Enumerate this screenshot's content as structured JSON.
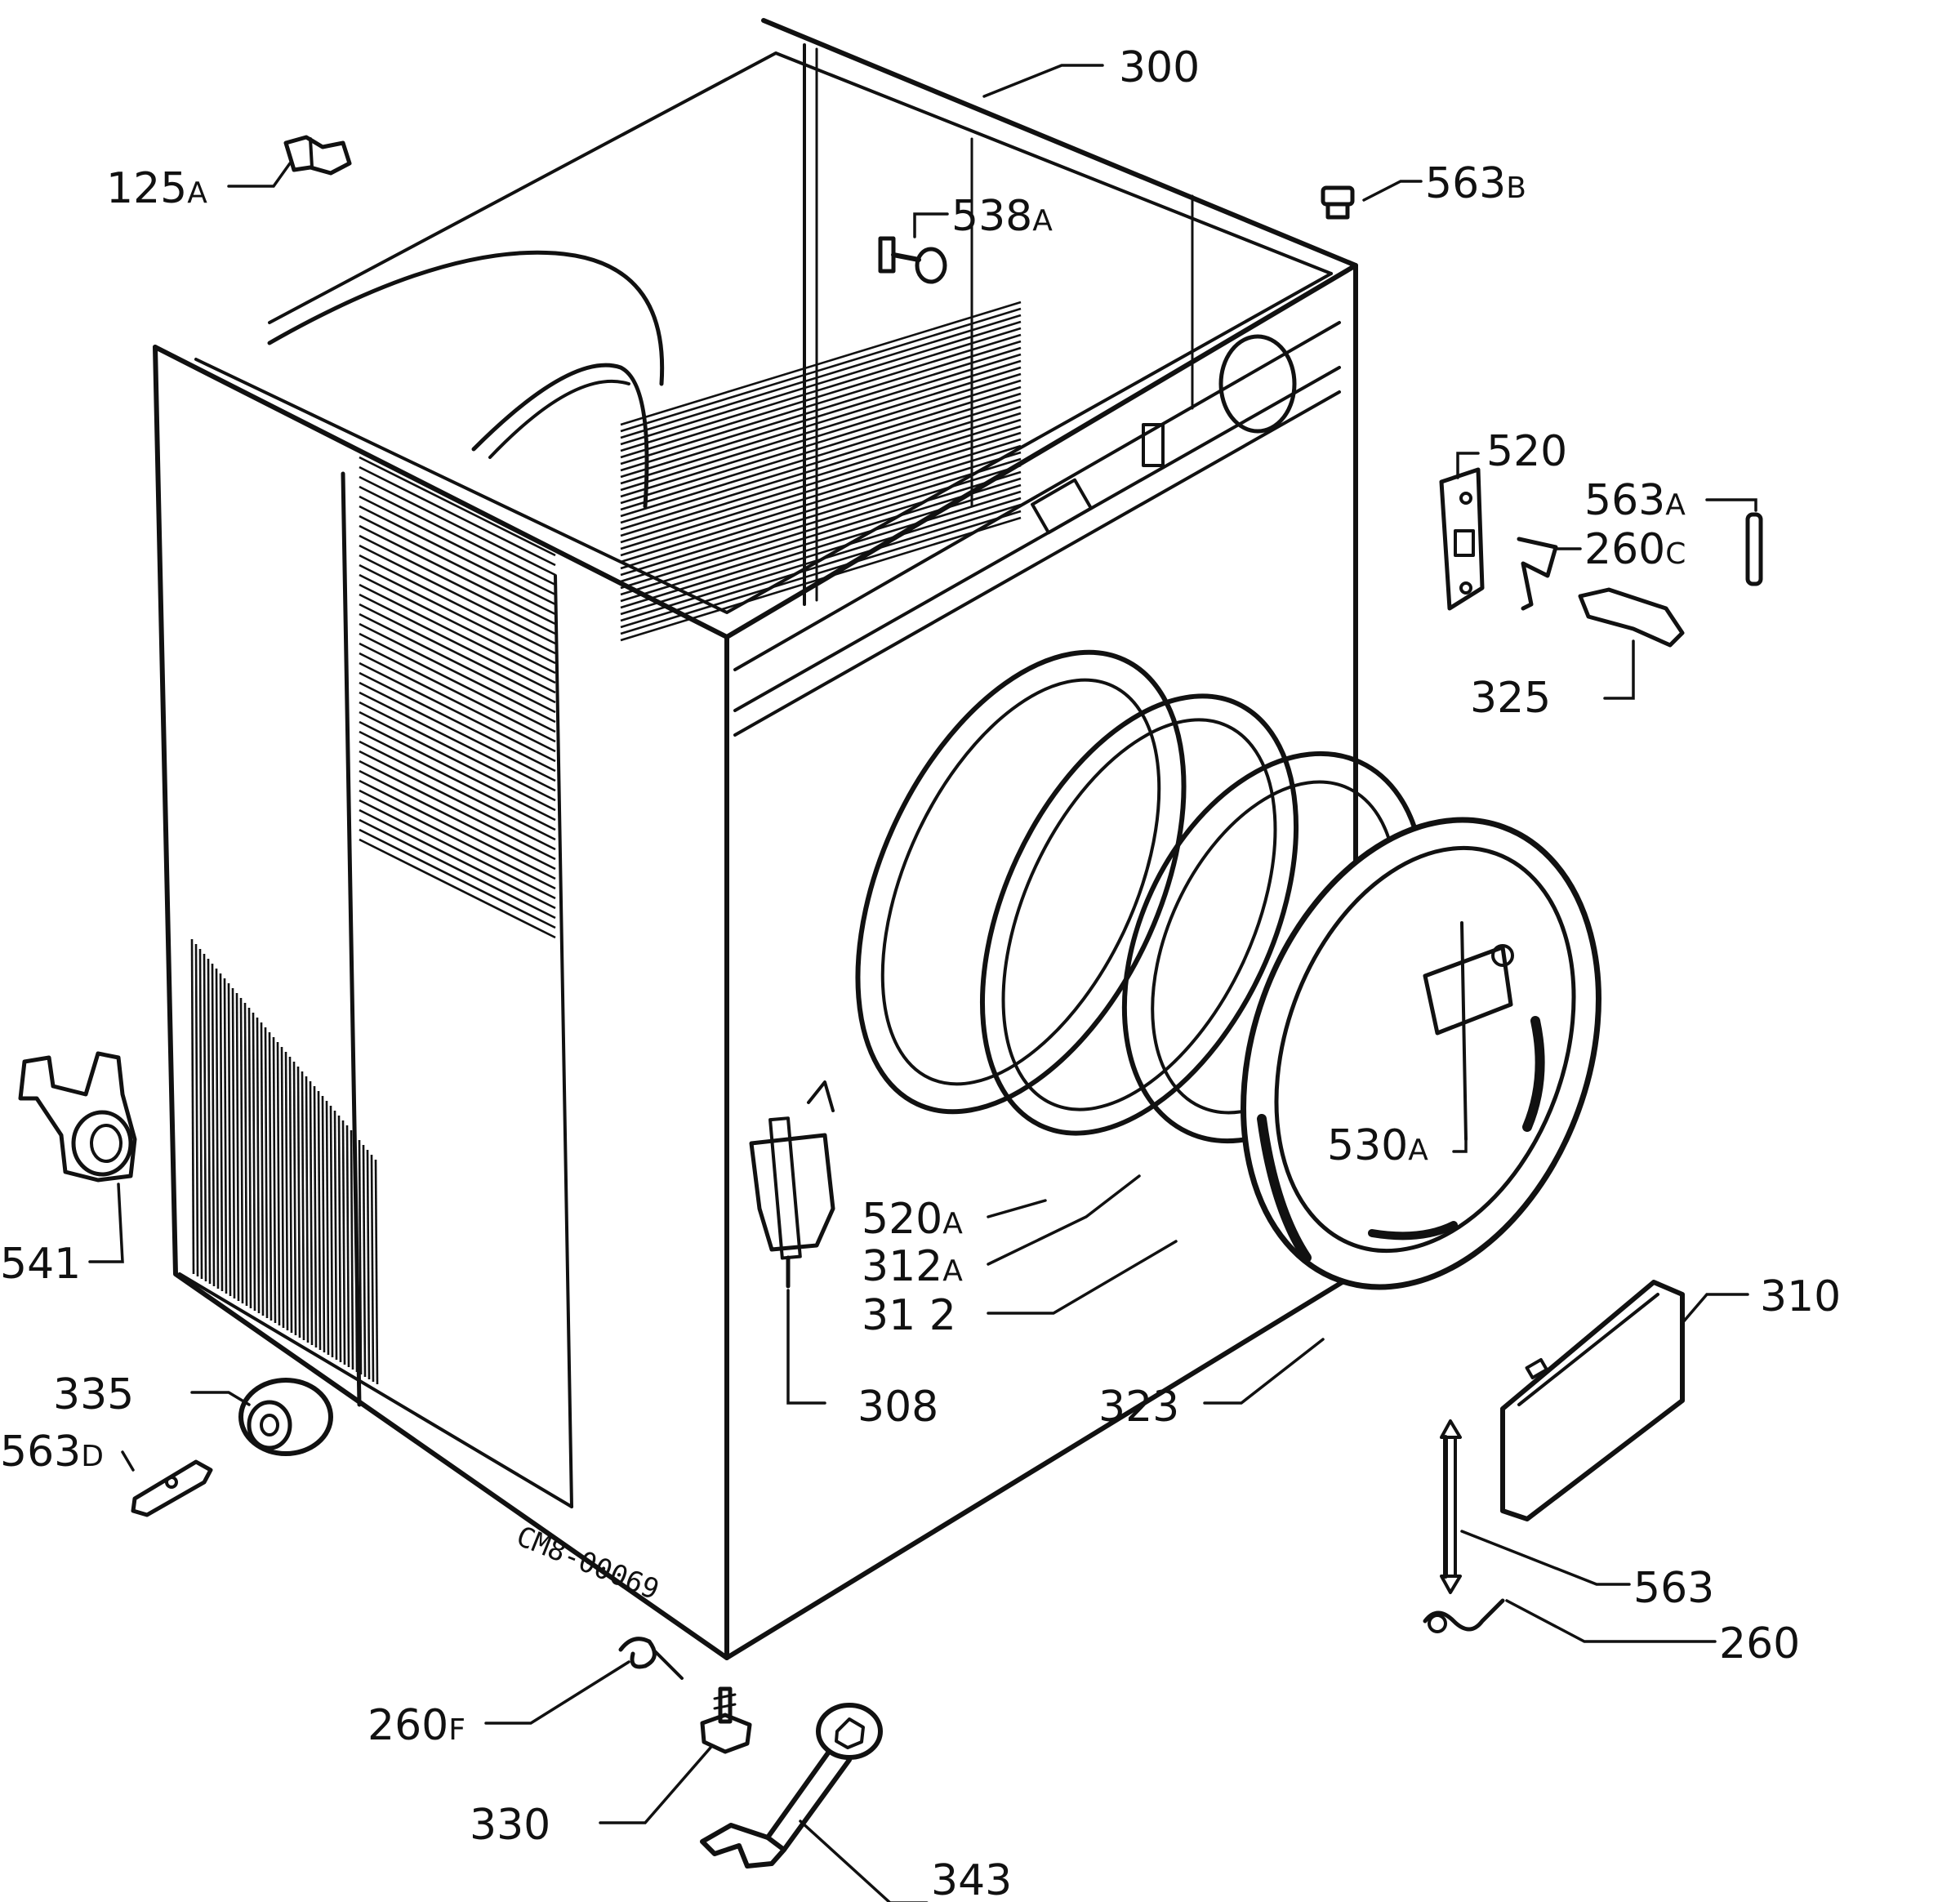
{
  "colors": {
    "ink": "#111111",
    "paper": "#ffffff"
  },
  "drawing_code": "CM8-00069",
  "callouts": {
    "c300": "300",
    "c125a": "125",
    "c125a_s": "A",
    "c563b": "563",
    "c563b_s": "B",
    "c538a": "538",
    "c538a_s": "A",
    "c520": "520",
    "c563a": "563",
    "c563a_s": "A",
    "c260c": "260",
    "c260c_s": "C",
    "c325": "325",
    "c541": "541",
    "c530a": "530",
    "c530a_s": "A",
    "c520a": "520",
    "c520a_s": "A",
    "c312a": "312",
    "c312a_s": "A",
    "c312": "31 2",
    "c310": "310",
    "c335": "335",
    "c563d": "563",
    "c563d_s": "D",
    "c308": "308",
    "c323": "323",
    "c563": "563",
    "c260": "260",
    "c260f": "260",
    "c260f_s": "F",
    "c330": "330",
    "c343": "343"
  }
}
